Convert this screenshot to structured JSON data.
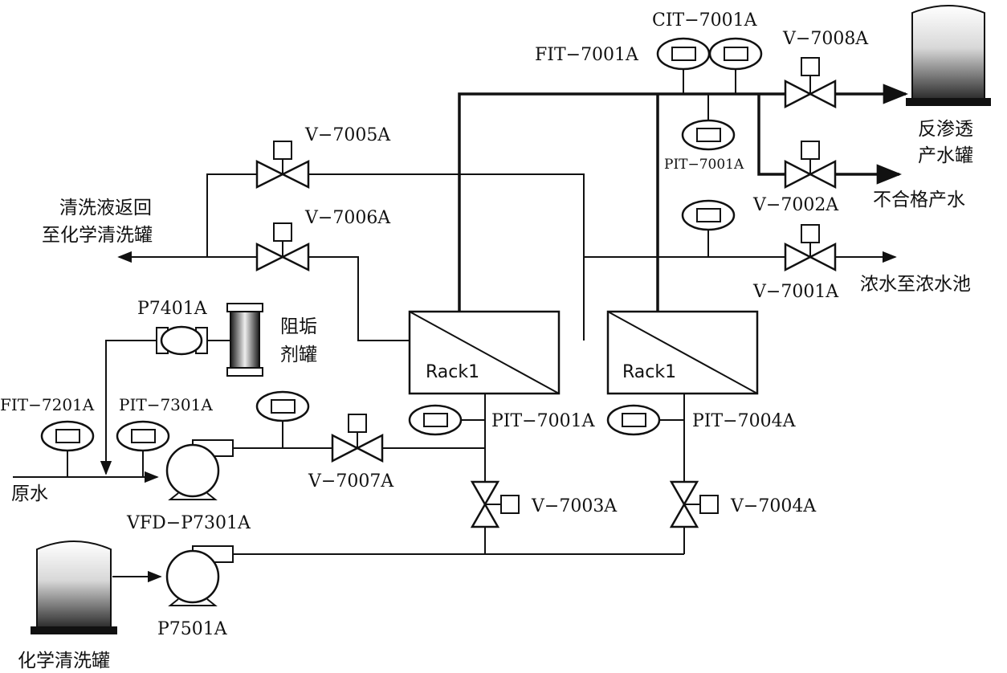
{
  "labels": {
    "cit_7001a": "CIT−7001A",
    "fit_7001a": "FIT−7001A",
    "v_7008a": "V−7008A",
    "ro_tank": [
      "反渗透",
      "产水罐"
    ],
    "pit_7001a_top": "PIT−7001A",
    "v_7005a": "V−7005A",
    "v_7002a": "V−7002A",
    "offspec": "不合格产水",
    "return": [
      "清洗液返回",
      "至化学清洗罐"
    ],
    "v_7006a": "V−7006A",
    "v_7001a": "V−7001A",
    "concentrate": "浓水至浓水池",
    "p7401a": "P7401A",
    "antiscalant": [
      "阻垢",
      "剂罐"
    ],
    "rack1_left": "Rack1",
    "rack1_right": "Rack1",
    "fit_7201a": "FIT−7201A",
    "pit_7301a": "PIT−7301A",
    "pit_7001a_mid": "PIT−7001A",
    "pit_7004a": "PIT−7004A",
    "raw_water": "原水",
    "v_7007a": "V−7007A",
    "vfd_p7301a": "VFD−P7301A",
    "v_7003a": "V−7003A",
    "v_7004a": "V−7004A",
    "p7501a": "P7501A",
    "cip_tank": "化学清洗罐"
  }
}
